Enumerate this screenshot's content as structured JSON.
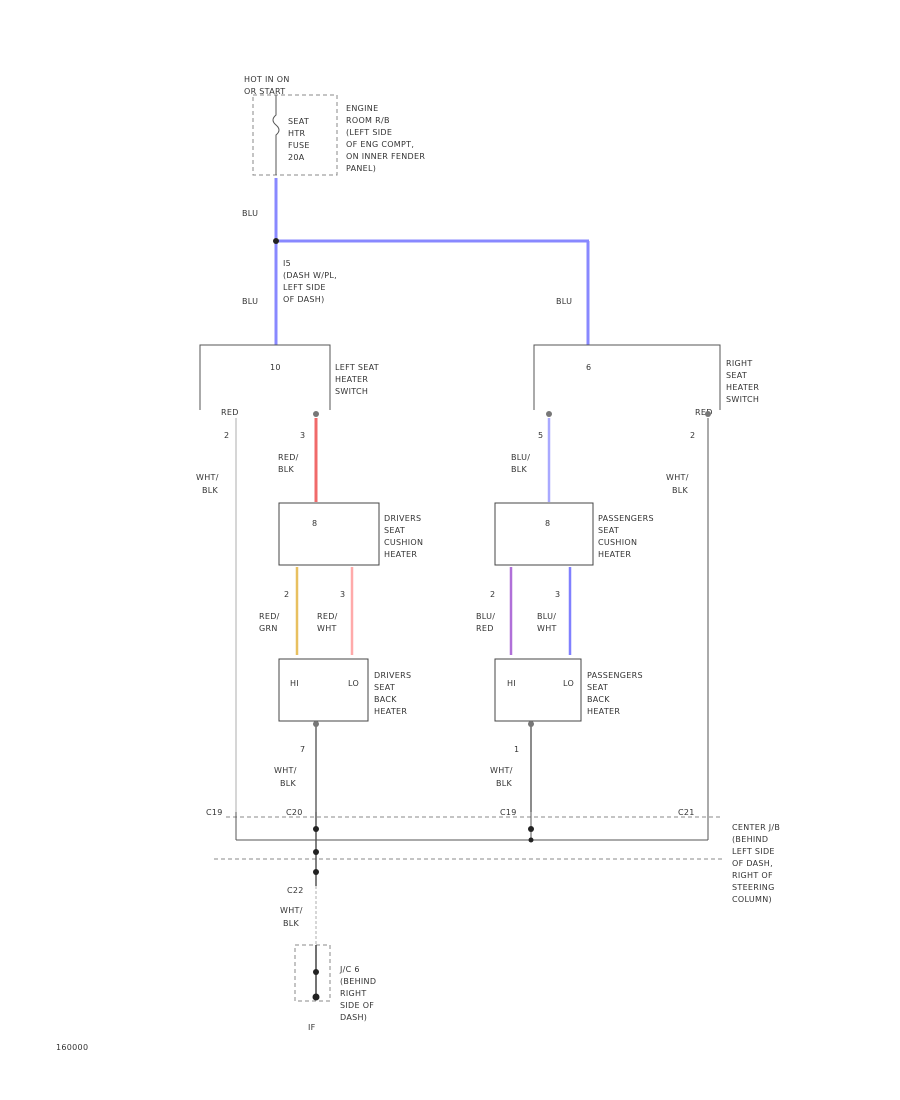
{
  "fuse_block": {
    "label_l1": "HOT IN ON",
    "label_l2": "OR START",
    "fuse_l1": "SEAT",
    "fuse_l2": "HTR",
    "fuse_l3": "FUSE",
    "fuse_l4": "20A",
    "loc_l1": "ENGINE",
    "loc_l2": "ROOM R/B",
    "loc_l3": "(LEFT SIDE",
    "loc_l4": "OF ENG COMPT,",
    "loc_l5": "ON INNER FENDER",
    "loc_l6": "PANEL)"
  },
  "wires": {
    "top": "BLU",
    "left_switch": "BLU",
    "right_switch": "BLU",
    "lh_gnd_l1": "WHT/",
    "lh_gnd_l2": "BLK",
    "rh_gnd_l1": "WHT/",
    "rh_gnd_l2": "BLK",
    "lh_cushion_l1": "RED/",
    "lh_cushion_l2": "BLK",
    "rh_cushion_l1": "BLU/",
    "rh_cushion_l2": "BLK",
    "lh_hi_l1": "RED/",
    "lh_hi_l2": "GRN",
    "lh_lo_l1": "RED/",
    "lh_lo_l2": "WHT",
    "rh_hi_l1": "BLU/",
    "rh_hi_l2": "RED",
    "rh_lo_l1": "BLU/",
    "rh_lo_l2": "WHT",
    "lh_back_l1": "WHT/",
    "lh_back_l2": "BLK",
    "rh_back_l1": "WHT/",
    "rh_back_l2": "BLK",
    "main_gnd_l1": "WHT/",
    "main_gnd_l2": "BLK"
  },
  "splice": {
    "id": "I5",
    "l1": "(DASH W/PL,",
    "l2": "LEFT SIDE",
    "l3": "OF DASH)"
  },
  "left_switch": {
    "terminal": "10",
    "l1": "LEFT SEAT",
    "l2": "HEATER",
    "l3": "SWITCH",
    "wire": "RED",
    "pin_a": "2",
    "pin_b": "3"
  },
  "right_switch": {
    "terminal": "6",
    "l1": "RIGHT",
    "l2": "SEAT",
    "l3": "HEATER",
    "l4": "SWITCH",
    "wire": "RED",
    "pin_a": "2",
    "pin_b": "5"
  },
  "driver_cushion": {
    "terminal": "8",
    "l1": "DRIVERS",
    "l2": "SEAT",
    "l3": "CUSHION",
    "l4": "HEATER",
    "pin_a": "2",
    "pin_b": "3"
  },
  "passenger_cushion": {
    "terminal": "8",
    "l1": "PASSENGERS",
    "l2": "SEAT",
    "l3": "CUSHION",
    "l4": "HEATER",
    "pin_a": "2",
    "pin_b": "3"
  },
  "driver_back": {
    "hi": "HI",
    "lo": "LO",
    "l1": "DRIVERS",
    "l2": "SEAT",
    "l3": "BACK",
    "l4": "HEATER",
    "pin": "7"
  },
  "passenger_back": {
    "hi": "HI",
    "lo": "LO",
    "l1": "PASSENGERS",
    "l2": "SEAT",
    "l3": "BACK",
    "l4": "HEATER",
    "pin": "1"
  },
  "junction": {
    "c1": "C19",
    "c2": "C20",
    "c3": "C19",
    "c4": "C21",
    "l1": "CENTER J/B",
    "l2": "(BEHIND",
    "l3": "LEFT SIDE",
    "l4": "OF DASH,",
    "l5": "RIGHT OF",
    "l6": "STEERING",
    "l7": "COLUMN)"
  },
  "ground": {
    "conn": "C22",
    "l1": "J/C 6",
    "l2": "(BEHIND",
    "l3": "RIGHT",
    "l4": "SIDE OF",
    "l5": "DASH)",
    "pin": "IF"
  },
  "figure_id": "160000",
  "colors": {
    "blu": "#8888ff",
    "red_blk": "#f06a6a",
    "blu_blk": "#a9a9ff",
    "red_grn": "#e8c060",
    "red_wht": "#ffaaaa",
    "blu_red": "#b070d8",
    "blu_wht": "#8080ff"
  }
}
